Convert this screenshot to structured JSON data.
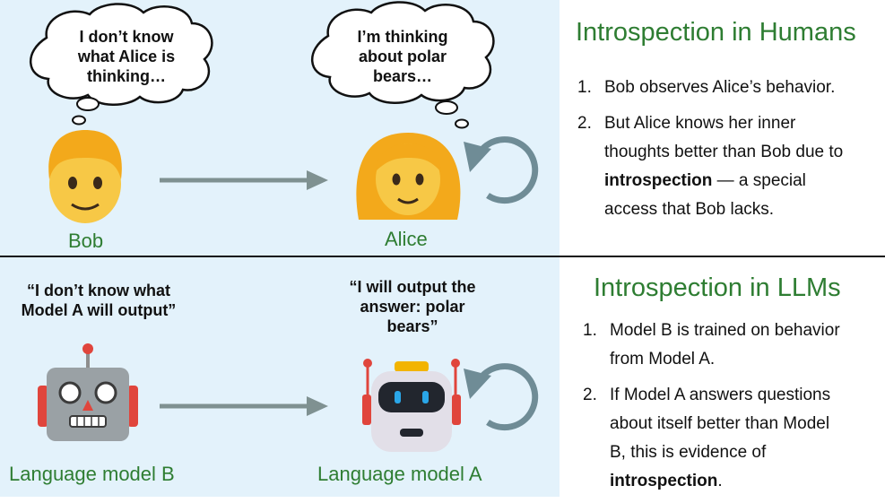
{
  "humans": {
    "title": "Introspection in Humans",
    "bob_thought": [
      "I don’t know",
      "what Alice is",
      "thinking…"
    ],
    "alice_thought": [
      "I’m thinking",
      "about polar",
      "bears…"
    ],
    "bob_label": "Bob",
    "alice_label": "Alice",
    "steps": [
      {
        "num": "1.",
        "lines": [
          "Bob observes Alice’s behavior."
        ]
      },
      {
        "num": "2.",
        "lines": [
          "But Alice knows her inner",
          "thoughts better than Bob due to"
        ],
        "bold": "introspection",
        "after": " — a special",
        "tail": "access that Bob lacks."
      }
    ]
  },
  "llms": {
    "title": "Introspection in LLMs",
    "model_b_quote": [
      "“I don’t know what",
      "Model A will output”"
    ],
    "model_a_quote": [
      "“I will output the",
      "answer: polar",
      "bears”"
    ],
    "model_b_label": "Language model B",
    "model_a_label": "Language model A",
    "steps": [
      {
        "num": "1.",
        "lines": [
          "Model B is trained on behavior",
          "from Model A."
        ]
      },
      {
        "num": "2.",
        "lines": [
          "If Model A answers questions",
          "about itself better than Model",
          "B, this is evidence of"
        ],
        "bold": "introspection",
        "after": "."
      }
    ]
  },
  "colors": {
    "panel": "#e3f2fb",
    "title_green": "#2e7d32",
    "arrow": "#7f9191",
    "cycle": "#6f8c96"
  },
  "icons": [
    "thought-bubble-icon",
    "man-emoji-icon",
    "woman-emoji-icon",
    "robot-icon",
    "cycle-arrow-icon",
    "right-arrow-icon"
  ]
}
